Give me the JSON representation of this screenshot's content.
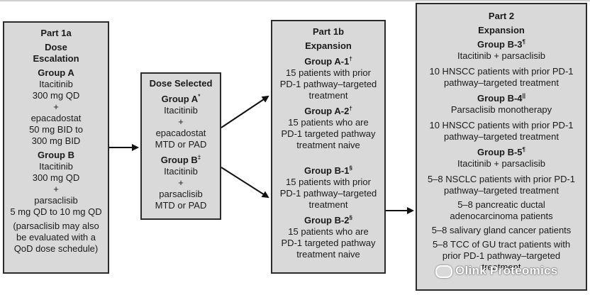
{
  "part1a": {
    "title": "Part 1a",
    "subtitle_1": "Dose",
    "subtitle_2": "Escalation",
    "group_a": {
      "label": "Group A",
      "lines": [
        "Itacitinib",
        "300 mg QD",
        "+",
        "epacadostat",
        "50 mg BID to",
        "300 mg BID"
      ]
    },
    "group_b": {
      "label": "Group B",
      "lines": [
        "Itacitinib",
        "300 mg QD",
        "+",
        "parsaclisib",
        "5 mg QD to 10 mg QD"
      ]
    },
    "note": [
      "(parsaclisib may also",
      "be evaluated with a",
      "QoD dose schedule)"
    ]
  },
  "dose_selected": {
    "title": "Dose Selected",
    "group_a": {
      "label": "Group A",
      "mark": "*",
      "lines": [
        "Itacitinib",
        "+",
        "epacadostat",
        "MTD or PAD"
      ]
    },
    "group_b": {
      "label": "Group B",
      "mark": "‡",
      "lines": [
        "Itacitinib",
        "+",
        "parsaclisib",
        "MTD or PAD"
      ]
    }
  },
  "part1b": {
    "title": "Part 1b",
    "subtitle": "Expansion",
    "groups": [
      {
        "label": "Group A-1",
        "mark": "†",
        "lines": [
          "15 patients with prior",
          "PD-1 pathway–targeted",
          "treatment"
        ]
      },
      {
        "label": "Group A-2",
        "mark": "†",
        "lines": [
          "15 patients who are",
          "PD-1 targeted pathway",
          "treatment naive"
        ]
      },
      {
        "label": "Group B-1",
        "mark": "§",
        "lines": [
          "15 patients with prior",
          "PD-1 pathway–targeted",
          "treatment"
        ]
      },
      {
        "label": "Group B-2",
        "mark": "§",
        "lines": [
          "15 patients who are",
          "PD-1 targeted pathway",
          "treatment naive"
        ]
      }
    ]
  },
  "part2": {
    "title": "Part 2",
    "subtitle": "Expansion",
    "b3": {
      "label": "Group B-3",
      "mark": "¶",
      "drug": "Itacitinib + parsaclisib",
      "lines": [
        "10 HNSCC patients with prior PD-1",
        "pathway–targeted treatment"
      ]
    },
    "b4": {
      "label": "Group B-4",
      "mark": "||",
      "drug": "Parsaclisib monotherapy",
      "lines": [
        "10 HNSCC patients with prior PD-1",
        "pathway–targeted treatment"
      ]
    },
    "b5": {
      "label": "Group B-5",
      "mark": "¶",
      "drug": "Itacitinib + parsaclisib",
      "items": [
        [
          "5–8 NSCLC patients with prior PD-1",
          "pathway–targeted treatment"
        ],
        [
          "5–8 pancreatic ductal",
          "adenocarcinoma patients"
        ],
        [
          "5–8 salivary gland cancer patients"
        ],
        [
          "5–8 TCC of GU tract patients with",
          "prior PD-1 pathway–targeted",
          "treatment"
        ]
      ]
    }
  },
  "watermark": "Olink Proteomics"
}
